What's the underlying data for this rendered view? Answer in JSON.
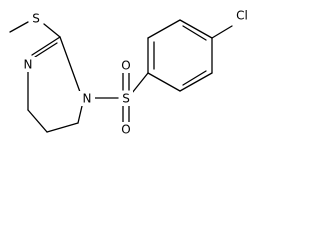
{
  "atoms": {
    "cl": "Cl",
    "s_methylthio": "S",
    "n_imine": "N",
    "n_ring": "N",
    "s_sulfonyl": "S",
    "o_upper": "O",
    "o_lower": "O"
  },
  "colors": {
    "bond": "#000000",
    "text": "#000000",
    "background": "#ffffff"
  }
}
